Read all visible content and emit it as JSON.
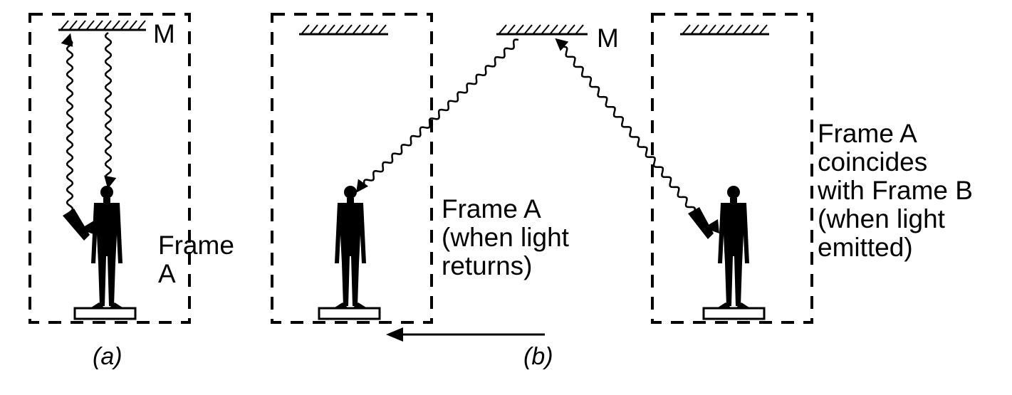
{
  "mirror_label": "M",
  "frame_a_label": [
    "Frame",
    "A"
  ],
  "frame_a_return_label": [
    "Frame A",
    "(when light",
    "returns)"
  ],
  "frame_coincide_label": [
    "Frame A",
    "coincides",
    "with Frame B",
    "(when light",
    "emitted)"
  ],
  "caption_a": "(a)",
  "caption_b": "(b)",
  "colors": {
    "ink": "#000000",
    "paper": "#ffffff"
  }
}
